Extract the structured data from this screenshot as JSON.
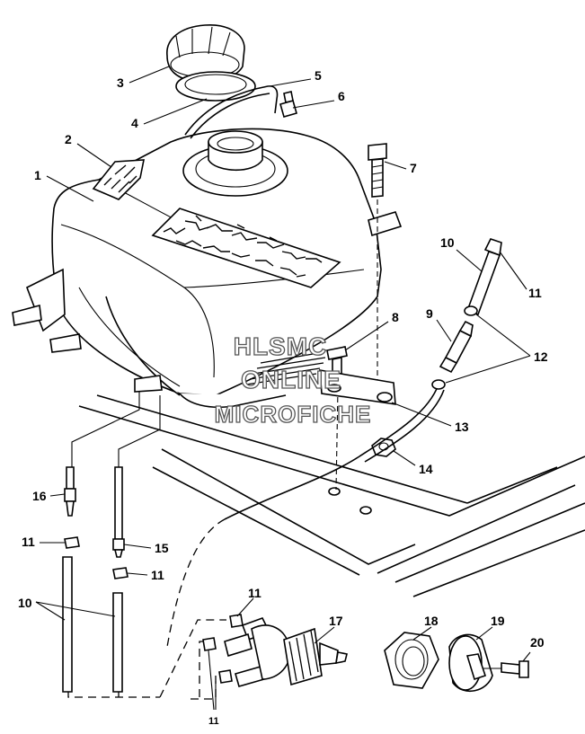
{
  "watermark": {
    "line1": "HLSMC",
    "line2": "ONLINE",
    "line3": "MICROFICHE"
  },
  "callouts": [
    "1",
    "2",
    "3",
    "4",
    "5",
    "6",
    "7",
    "8",
    "9",
    "10",
    "11",
    "12",
    "13",
    "14",
    "15",
    "16",
    "17",
    "18",
    "19",
    "20"
  ],
  "colors": {
    "ink": "#000000",
    "paper": "#ffffff",
    "watermark_outline": "#555555"
  }
}
